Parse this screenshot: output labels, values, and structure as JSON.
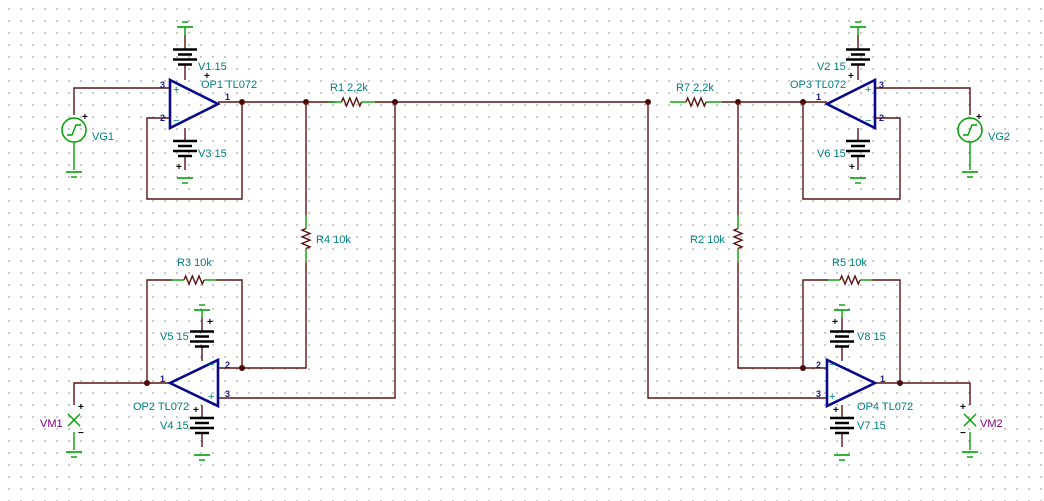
{
  "colors": {
    "wire": "#5a1414",
    "component": "#00a000",
    "opamp": "#0a0a8c",
    "label": "#007f7f",
    "meter": "#800080",
    "junction": "#4a0a0a"
  },
  "pins": {
    "p1": "1",
    "p2": "2",
    "p3": "3"
  },
  "components": {
    "op1": "OP1 TL072",
    "op2": "OP2 TL072",
    "op3": "OP3 TL072",
    "op4": "OP4 TL072",
    "r1": "R1 2,2k",
    "r7": "R7 2,2k",
    "r4": "R4 10k",
    "r2": "R2 10k",
    "r3": "R3 10k",
    "r5": "R5 10k",
    "v1": "V1 15",
    "v3": "V3 15",
    "v5": "V5 15",
    "v4": "V4 15",
    "v2": "V2 15",
    "v6": "V6 15",
    "v8": "V8 15",
    "v7": "V7 15",
    "vg1": "VG1",
    "vg2": "VG2",
    "vm1": "VM1",
    "vm2": "VM2"
  },
  "signs": {
    "plus": "+",
    "minus": "−"
  }
}
